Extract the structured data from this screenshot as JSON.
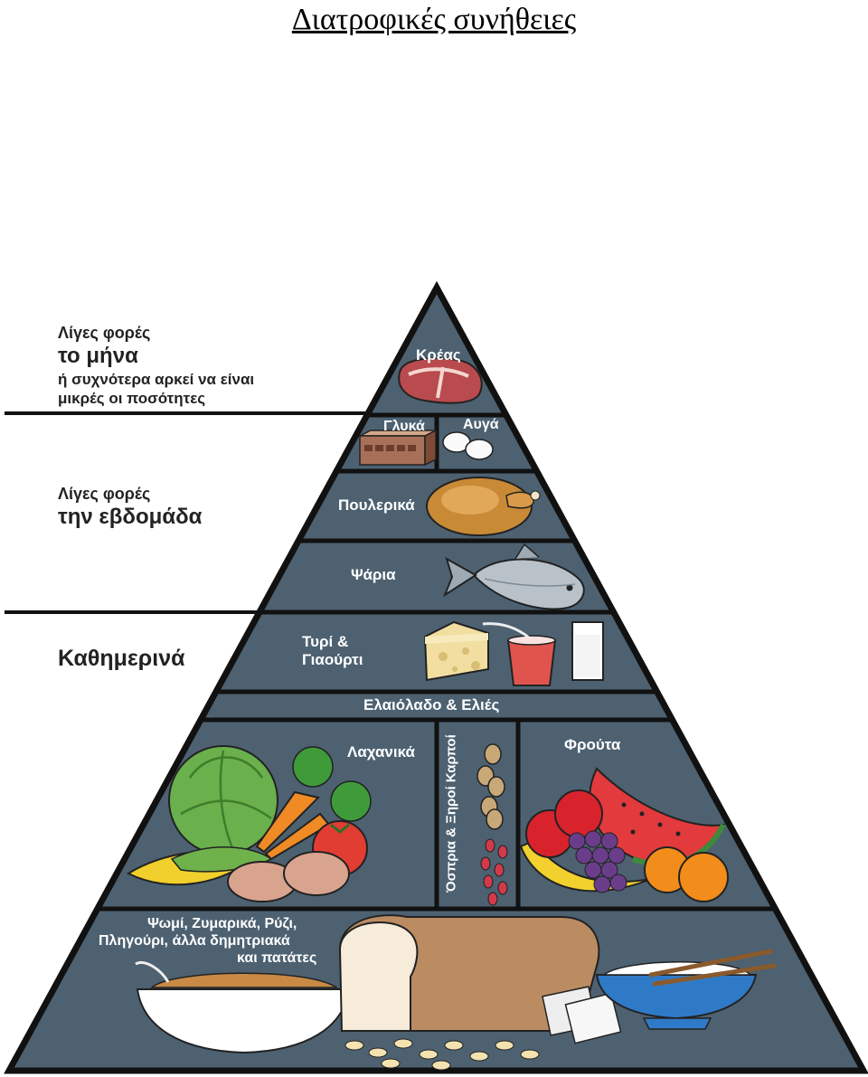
{
  "title": "Διατροφικές συνήθειες",
  "frequency": {
    "monthly_line1": "Λίγες φορές",
    "monthly_line2": "το μήνα",
    "monthly_line3": "ή συχνότερα αρκεί να είναι",
    "monthly_line4": "μικρές οι ποσότητες",
    "weekly_line1": "Λίγες φορές",
    "weekly_line2": "την εβδομάδα",
    "daily": "Καθημερινά"
  },
  "tiers": {
    "meat": "Κρέας",
    "sweets": "Γλυκά",
    "eggs": "Αυγά",
    "poultry": "Πουλερικά",
    "fish": "Ψάρια",
    "dairy_line1": "Τυρί &",
    "dairy_line2": "Γιαούρτι",
    "olive_oil": "Ελαιόλαδο & Ελιές",
    "vegetables": "Λαχανικά",
    "legumes_nuts": "Όσπρια & Ξηροί Καρποί",
    "fruits": "Φρούτα",
    "grains_line1": "Ψωμί, Ζυμαρικά, Ρύζι,",
    "grains_line2": "Πληγούρι, άλλα δημητριακά",
    "grains_line3": "και πατάτες"
  },
  "colors": {
    "pyramid_fill": "#4d6171",
    "pyramid_stroke": "#111111",
    "label_text": "#ffffff"
  },
  "icons": [
    "steak-icon",
    "chocolate-bar-icon",
    "eggs-icon",
    "roast-chicken-icon",
    "fish-icon",
    "cheese-icon",
    "yogurt-cup-icon",
    "milk-glass-icon",
    "cabbage-icon",
    "carrot-icon",
    "corn-icon",
    "potato-icon",
    "tomato-icon",
    "nuts-icon",
    "beans-icon",
    "watermelon-icon",
    "apple-icon",
    "banana-icon",
    "grapes-icon",
    "orange-icon",
    "cereal-bowl-icon",
    "bread-loaf-icon",
    "crackers-icon",
    "rice-bowl-icon",
    "chopsticks-icon",
    "pasta-icon"
  ]
}
